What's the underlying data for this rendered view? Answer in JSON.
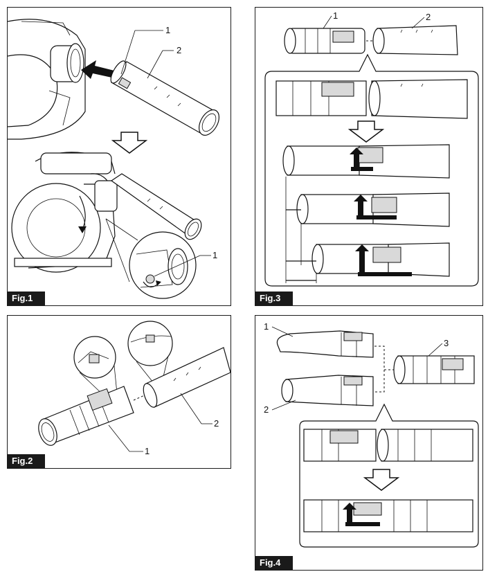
{
  "figures": [
    {
      "id": "fig1",
      "label": "Fig.1",
      "callouts": [
        "1",
        "2",
        "1"
      ]
    },
    {
      "id": "fig2",
      "label": "Fig.2",
      "callouts": [
        "1",
        "2"
      ]
    },
    {
      "id": "fig3",
      "label": "Fig.3",
      "callouts": [
        "1",
        "2"
      ]
    },
    {
      "id": "fig4",
      "label": "Fig.4",
      "callouts": [
        "1",
        "2",
        "3"
      ]
    }
  ],
  "icons": {
    "push_arrow": "black-arrow",
    "step_arrow": "hollow-down-arrow",
    "rotate_arrow": "curved-arrow"
  }
}
